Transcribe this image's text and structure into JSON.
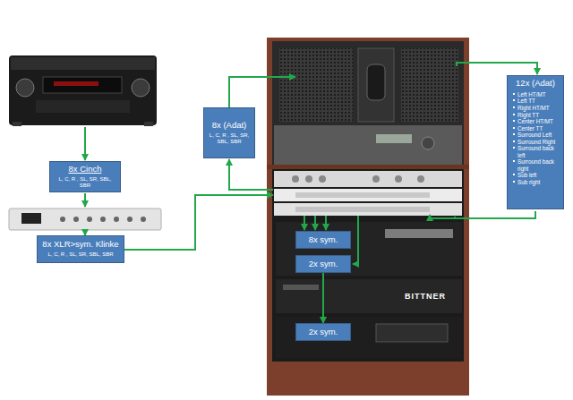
{
  "diagram": {
    "nodes": [
      {
        "text": [
          "8x Cinch",
          "L, C, R , SL, SR, SBL, SBR"
        ]
      },
      {
        "text": [
          "8x XLR>sym. Klinke",
          "L, C, R , SL, SR, SBL, SBR"
        ]
      },
      {
        "text": [
          "8x (Adat)",
          "L, C, R , SL, SR, SBL, SBR"
        ]
      },
      {
        "text": [
          "12x (Adat)",
          "Left HT/MT",
          "Left TT",
          "Right HT/MT",
          "Right TT",
          "Center HT/MT",
          "Center TT",
          "Surround Left",
          "Surround Right",
          "Surround back left",
          "Surround back right",
          "Sub left",
          "Sub right"
        ]
      },
      {
        "text": [
          "8x sym."
        ]
      },
      {
        "text": [
          "2x sym."
        ]
      },
      {
        "text": [
          "2x sym."
        ]
      }
    ],
    "edges": [
      {
        "from": 5,
        "to": 6,
        "arrow": "to"
      }
    ],
    "labels": [
      "BITTNER"
    ]
  }
}
